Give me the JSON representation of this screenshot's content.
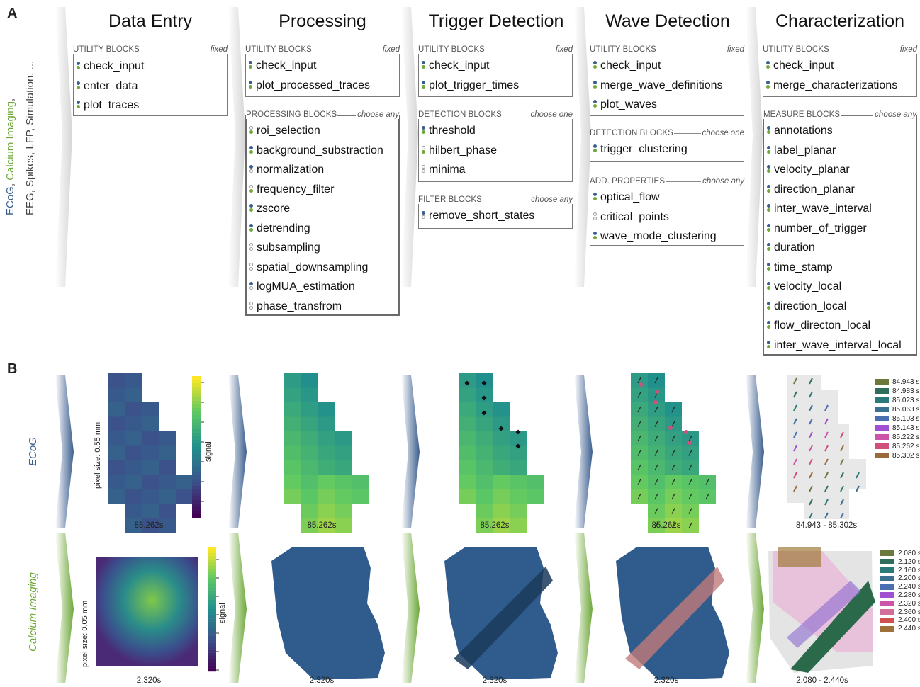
{
  "panel_a_letter": "A",
  "panel_b_letter": "B",
  "side_text": {
    "ecog": "ECoG",
    "sep1": ", ",
    "calcium": "Calcium Imaging",
    "sep2": ",",
    "rest": "EEG, Spikes, LFP, Simulation, ..."
  },
  "colors": {
    "ecog_blue": "#3a5f8e",
    "calcium_green": "#6fa83a",
    "arrow_grey": "#d9d9d9"
  },
  "stages": [
    {
      "title": "Data Entry"
    },
    {
      "title": "Processing"
    },
    {
      "title": "Trigger Detection"
    },
    {
      "title": "Wave Detection"
    },
    {
      "title": "Characterization"
    }
  ],
  "boxes": {
    "de_util": {
      "label": "UTILITY BLOCKS",
      "mode": "fixed",
      "items": [
        {
          "name": "check_input",
          "dots": [
            "blue",
            "green"
          ]
        },
        {
          "name": "enter_data",
          "dots": [
            "blue",
            "green"
          ]
        },
        {
          "name": "plot_traces",
          "dots": [
            "blue",
            "green"
          ]
        }
      ]
    },
    "pr_util": {
      "label": "UTILITY BLOCKS",
      "mode": "fixed",
      "items": [
        {
          "name": "check_input",
          "dots": [
            "blue",
            "green"
          ]
        },
        {
          "name": "plot_processed_traces",
          "dots": [
            "blue",
            "green"
          ]
        }
      ]
    },
    "pr_proc": {
      "label": "PROCESSING BLOCKS",
      "mode": "choose any",
      "items": [
        {
          "name": "roi_selection",
          "dots": [
            "empty",
            "green"
          ]
        },
        {
          "name": "background_substraction",
          "dots": [
            "blue",
            "green"
          ]
        },
        {
          "name": "normalization",
          "dots": [
            "blue",
            "empty"
          ]
        },
        {
          "name": "frequency_filter",
          "dots": [
            "empty",
            "green"
          ]
        },
        {
          "name": " zscore",
          "dots": [
            "blue",
            "green"
          ]
        },
        {
          "name": "detrending",
          "dots": [
            "blue",
            "green"
          ]
        },
        {
          "name": "subsampling",
          "dots": [
            "empty",
            "empty"
          ]
        },
        {
          "name": "spatial_downsampling",
          "dots": [
            "empty",
            "empty"
          ]
        },
        {
          "name": "logMUA_estimation",
          "dots": [
            "blue",
            "empty"
          ]
        },
        {
          "name": "phase_transfrom",
          "dots": [
            "empty",
            "empty"
          ]
        }
      ]
    },
    "td_util": {
      "label": "UTILITY BLOCKS",
      "mode": "fixed",
      "items": [
        {
          "name": "check_input",
          "dots": [
            "blue",
            "green"
          ]
        },
        {
          "name": "plot_trigger_times",
          "dots": [
            "blue",
            "green"
          ]
        }
      ]
    },
    "td_det": {
      "label": "DETECTION BLOCKS",
      "mode": "choose one",
      "items": [
        {
          "name": "threshold",
          "dots": [
            "blue",
            "green"
          ]
        },
        {
          "name": "hilbert_phase",
          "dots": [
            "empty",
            "green"
          ]
        },
        {
          "name": "minima",
          "dots": [
            "empty",
            "empty"
          ]
        }
      ]
    },
    "td_filt": {
      "label": "FILTER BLOCKS",
      "mode": "choose any",
      "items": [
        {
          "name": "remove_short_states",
          "dots": [
            "blue",
            "empty"
          ]
        }
      ]
    },
    "wd_util": {
      "label": "UTILITY BLOCKS",
      "mode": "fixed",
      "items": [
        {
          "name": "check_input",
          "dots": [
            "blue",
            "green"
          ]
        },
        {
          "name": "merge_wave_definitions",
          "dots": [
            "blue",
            "green"
          ]
        },
        {
          "name": "plot_waves",
          "dots": [
            "blue",
            "green"
          ]
        }
      ]
    },
    "wd_det": {
      "label": "DETECTION BLOCKS",
      "mode": "choose one",
      "items": [
        {
          "name": "trigger_clustering",
          "dots": [
            "blue",
            "green"
          ]
        }
      ]
    },
    "wd_add": {
      "label": "ADD. PROPERTIES",
      "mode": "choose any",
      "items": [
        {
          "name": "optical_flow",
          "dots": [
            "blue",
            "green"
          ]
        },
        {
          "name": "critical_points",
          "dots": [
            "empty",
            "empty"
          ]
        },
        {
          "name": "wave_mode_clustering",
          "dots": [
            "blue",
            "green"
          ]
        }
      ]
    },
    "ch_util": {
      "label": "UTILITY BLOCKS",
      "mode": "fixed",
      "items": [
        {
          "name": "check_input",
          "dots": [
            "blue",
            "green"
          ]
        },
        {
          "name": "merge_characterizations",
          "dots": [
            "blue",
            "green"
          ]
        }
      ]
    },
    "ch_meas": {
      "label": "MEASURE BLOCKS",
      "mode": "choose any",
      "items": [
        {
          "name": "annotations",
          "dots": [
            "blue",
            "green"
          ]
        },
        {
          "name": "label_planar",
          "dots": [
            "blue",
            "green"
          ]
        },
        {
          "name": "velocity_planar",
          "dots": [
            "blue",
            "green"
          ]
        },
        {
          "name": "direction_planar",
          "dots": [
            "blue",
            "green"
          ]
        },
        {
          "name": "inter_wave_interval",
          "dots": [
            "blue",
            "green"
          ]
        },
        {
          "name": "number_of_trigger",
          "dots": [
            "blue",
            "green"
          ]
        },
        {
          "name": "duration",
          "dots": [
            "blue",
            "green"
          ]
        },
        {
          "name": "time_stamp",
          "dots": [
            "blue",
            "green"
          ]
        },
        {
          "name": "velocity_local",
          "dots": [
            "blue",
            "green"
          ]
        },
        {
          "name": "direction_local",
          "dots": [
            "blue",
            "green"
          ]
        },
        {
          "name": "flow_directon_local",
          "dots": [
            "blue",
            "green"
          ]
        },
        {
          "name": "inter_wave_interval_local",
          "dots": [
            "blue",
            "green"
          ]
        }
      ]
    }
  },
  "panel_b": {
    "ecog_label": "ECoG",
    "calcium_label": "Calcium Imaging",
    "ecog_pixel_size": "pixel size: 0.55 mm",
    "calcium_pixel_size": "pixel size: 0.05 mm",
    "colorbar_label": "signal",
    "ecog_captions": [
      "85.262s",
      "85.262s",
      "85.262s",
      "85.262s",
      "84.943 - 85.302s"
    ],
    "calcium_captions": [
      "2.320s",
      "2.320s",
      "2.320s",
      "2.320s",
      "2.080 - 2.440s"
    ],
    "ecog_legend": [
      {
        "label": "84.943 s",
        "color": "#6b7a3a"
      },
      {
        "label": "84.983 s",
        "color": "#2f6e5c"
      },
      {
        "label": "85.023 s",
        "color": "#2b7a7a"
      },
      {
        "label": "85.063 s",
        "color": "#3a7090"
      },
      {
        "label": "85.103 s",
        "color": "#4a6fb0"
      },
      {
        "label": "85.143 s",
        "color": "#a050d0"
      },
      {
        "label": "85.222 s",
        "color": "#cc55aa"
      },
      {
        "label": "85.262 s",
        "color": "#d0507a"
      },
      {
        "label": "85.302 s",
        "color": "#9a6a3a"
      }
    ],
    "calcium_legend": [
      {
        "label": "2.080 s",
        "color": "#6b7a3a"
      },
      {
        "label": "2.120 s",
        "color": "#2f6e5c"
      },
      {
        "label": "2.160 s",
        "color": "#2b7a7a"
      },
      {
        "label": "2.200 s",
        "color": "#3a7090"
      },
      {
        "label": "2.240 s",
        "color": "#4a6fb0"
      },
      {
        "label": "2.280 s",
        "color": "#a050d0"
      },
      {
        "label": "2.320 s",
        "color": "#cc55aa"
      },
      {
        "label": "2.360 s",
        "color": "#d0709a"
      },
      {
        "label": "2.400 s",
        "color": "#d05050"
      },
      {
        "label": "2.440 s",
        "color": "#a0703a"
      }
    ]
  }
}
